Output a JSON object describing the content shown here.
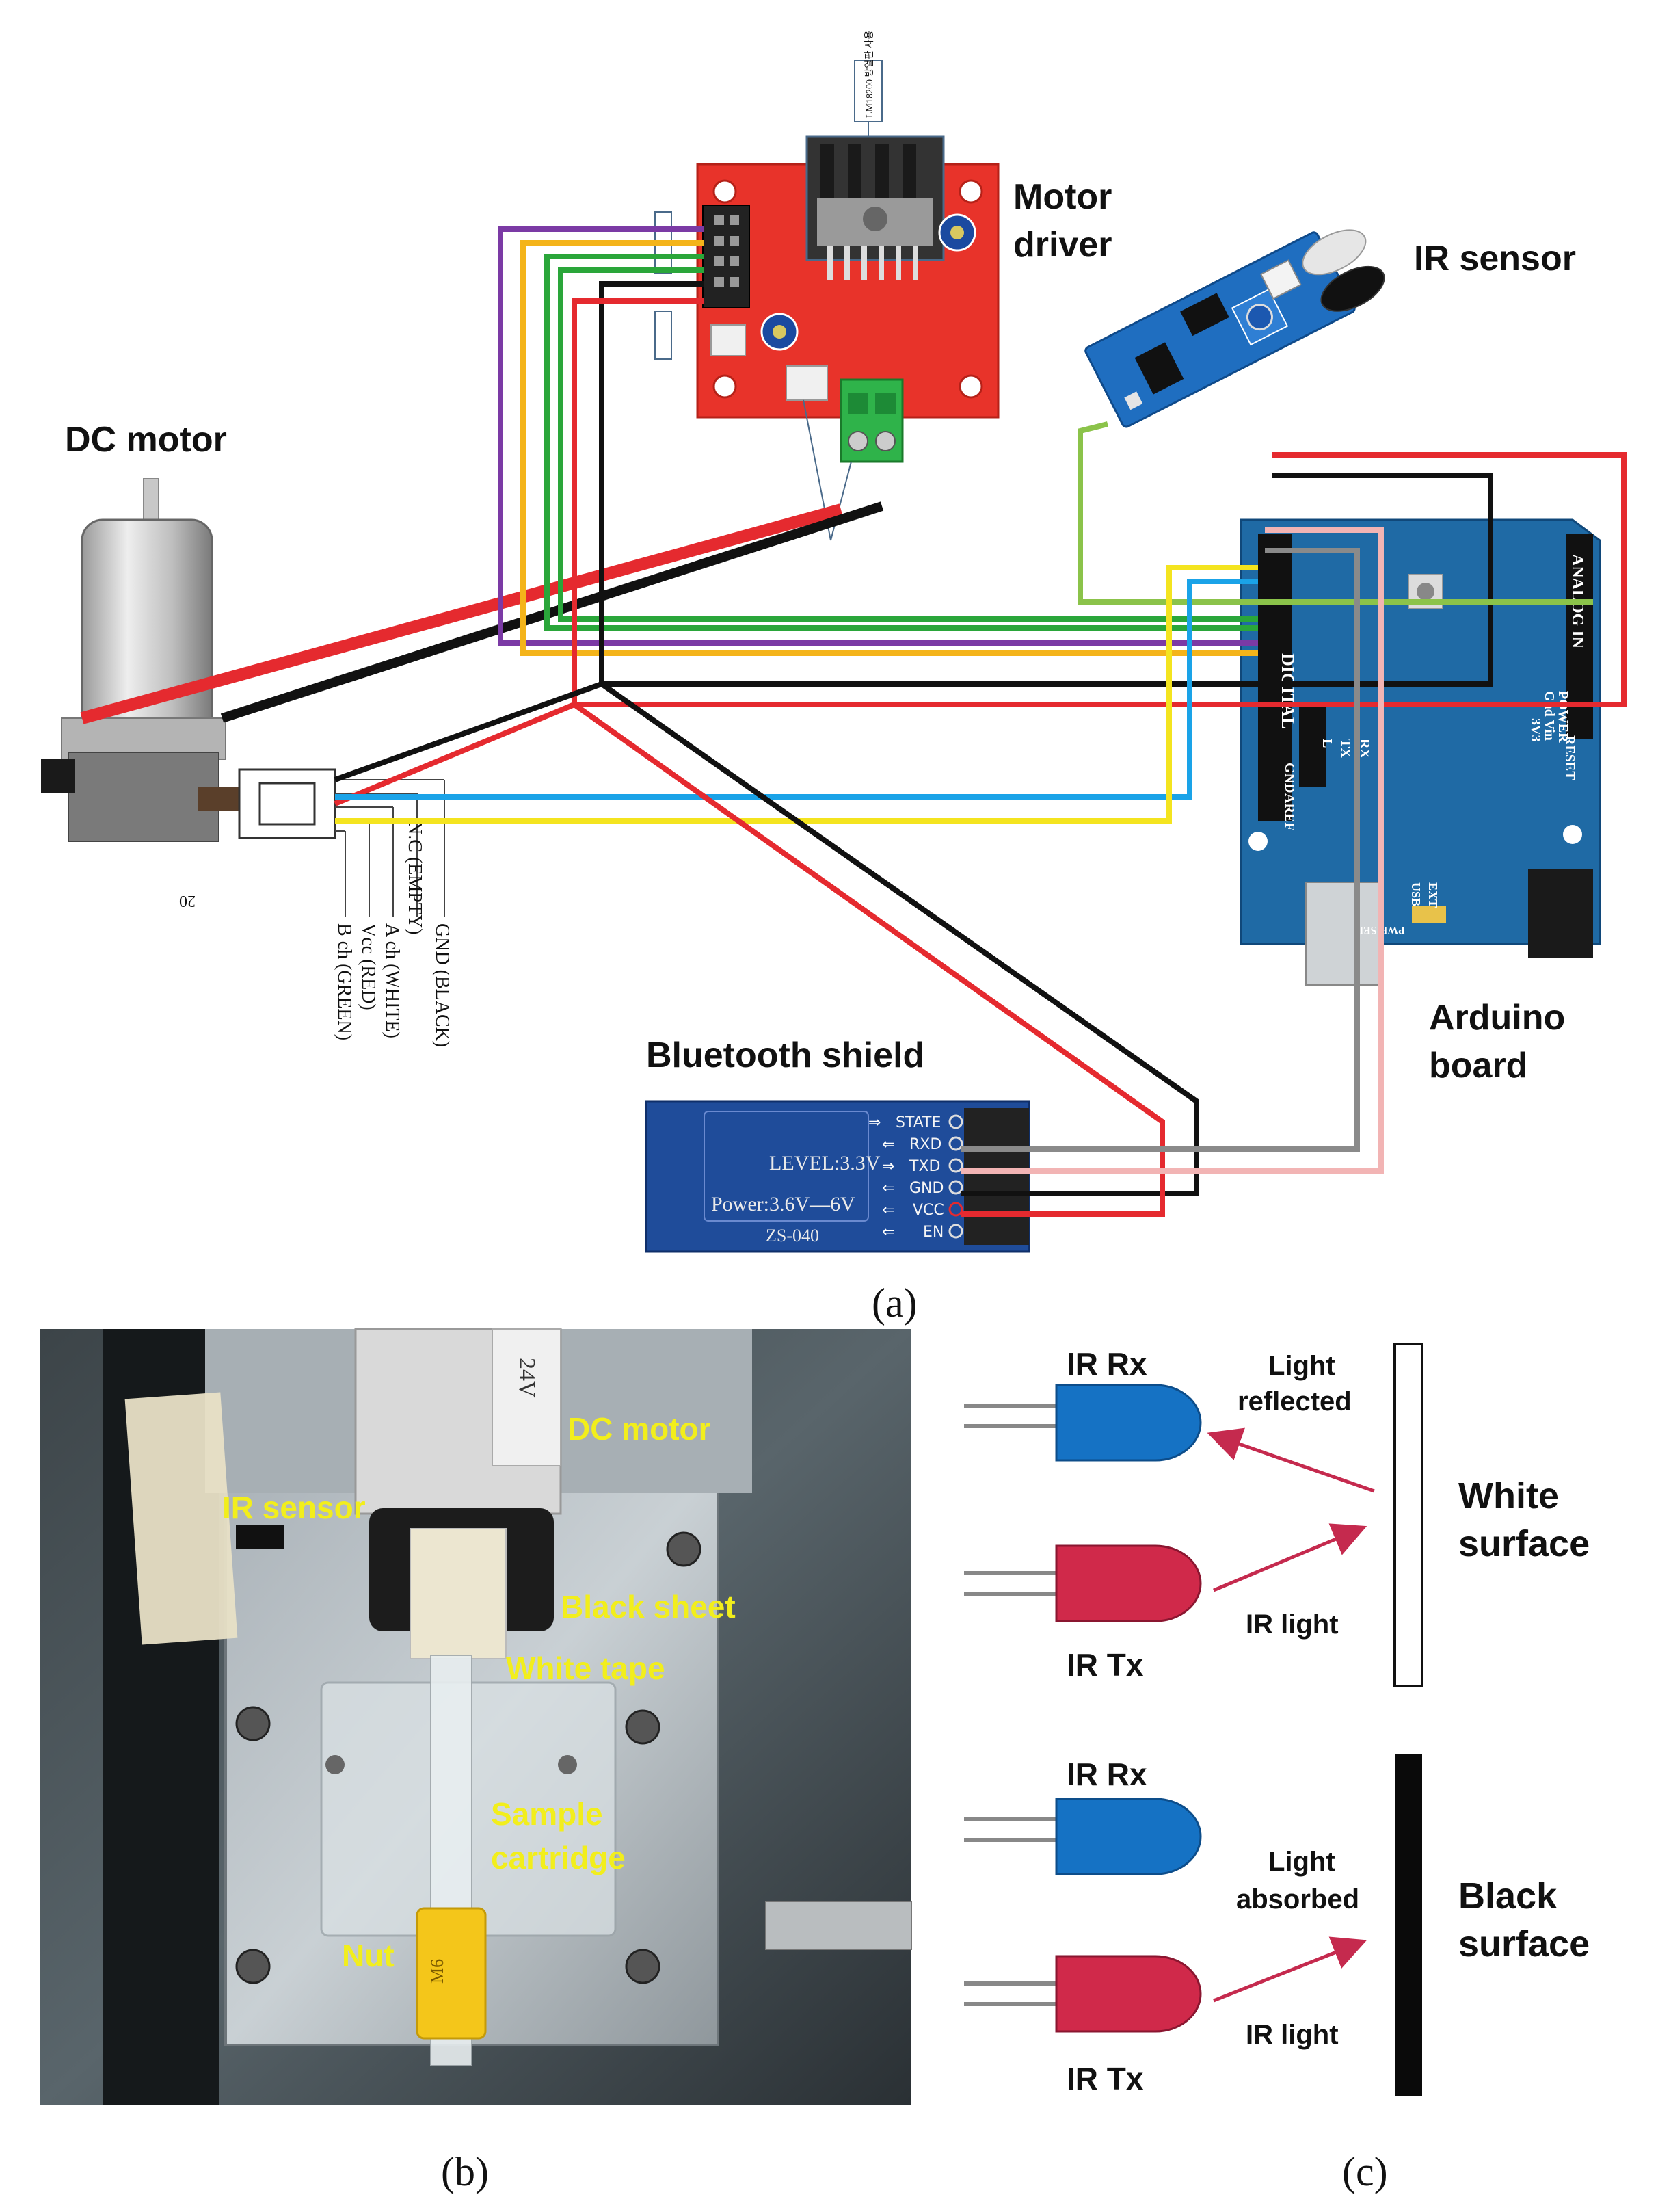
{
  "panel_a": {
    "caption": "(a)",
    "labels": {
      "motor_driver_line1": "Motor",
      "motor_driver_line2": "driver",
      "ir_sensor": "IR sensor",
      "dc_motor": "DC motor",
      "arduino_line1": "Arduino",
      "arduino_line2": "board",
      "bluetooth_shield": "Bluetooth shield"
    },
    "driver_note": "LM18200 방열판 사용",
    "encoder_pins": [
      "N.C (EMPTY)",
      "GND (BLACK)",
      "A ch (WHITE)",
      "Vcc (RED)",
      "B ch (GREEN)"
    ],
    "encoder_mark": "20",
    "bt_pins": [
      "STATE",
      "RXD",
      "TXD",
      "GND",
      "VCC",
      "EN"
    ],
    "bt_level": "LEVEL:3.3V",
    "bt_power": "Power:3.6V—6V",
    "bt_model": "ZS-040",
    "arduino_text": {
      "analog": "ANALOG IN",
      "digital": "DIGITAL",
      "power": "POWER",
      "reset": "RESET",
      "aref": "AREF",
      "gnd": "GND",
      "tx": "TX",
      "rx": "RX",
      "l": "L",
      "usb": "USB",
      "ext": "EXT",
      "pwr_sel": "PWR SEL",
      "vin": "Gnd Vin",
      "v33": "3V3"
    },
    "wire_colors": {
      "red": "#e52a2f",
      "black": "#111111",
      "green": "#2aa63a",
      "yellow": "#f4e41f",
      "blue": "#1aa3e8",
      "purple": "#7b3aa5",
      "orange": "#f4b41a",
      "gray": "#8a8a8a",
      "pink": "#f2b4b4",
      "lightgreen": "#8bc34a"
    }
  },
  "panel_b": {
    "caption": "(b)",
    "labels": {
      "dc_motor": "DC motor",
      "ir_sensor": "IR sensor",
      "black_sheet": "Black sheet",
      "white_tape": "White tape",
      "sample_cartridge_1": "Sample",
      "sample_cartridge_2": "cartridge",
      "nut": "Nut"
    },
    "motor_print": "24V",
    "nut_print": "M6"
  },
  "panel_c": {
    "caption": "(c)",
    "top": {
      "rx": "IR Rx",
      "tx": "IR Tx",
      "light_1": "Light",
      "light_2": "reflected",
      "ir_light": "IR light",
      "surface_1": "White",
      "surface_2": "surface"
    },
    "bottom": {
      "rx": "IR Rx",
      "tx": "IR Tx",
      "light_1": "Light",
      "light_2": "absorbed",
      "ir_light": "IR light",
      "surface_1": "Black",
      "surface_2": "surface"
    },
    "colors": {
      "rx_fill": "#1572c4",
      "tx_fill": "#d0294a",
      "arrow": "#c52a4e"
    }
  }
}
